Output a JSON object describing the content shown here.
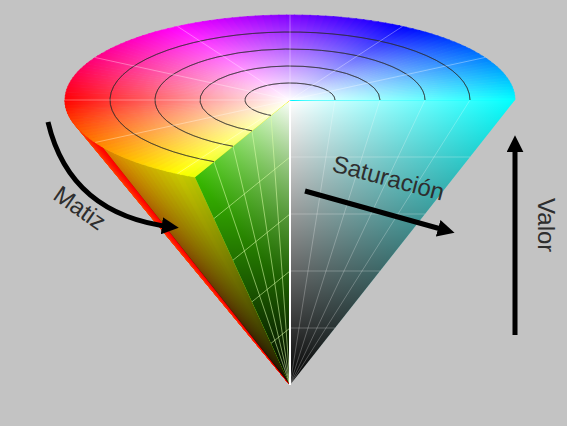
{
  "diagram": {
    "labels": [
      "Matiz",
      "Saturación",
      "Valor"
    ]
  }
}
